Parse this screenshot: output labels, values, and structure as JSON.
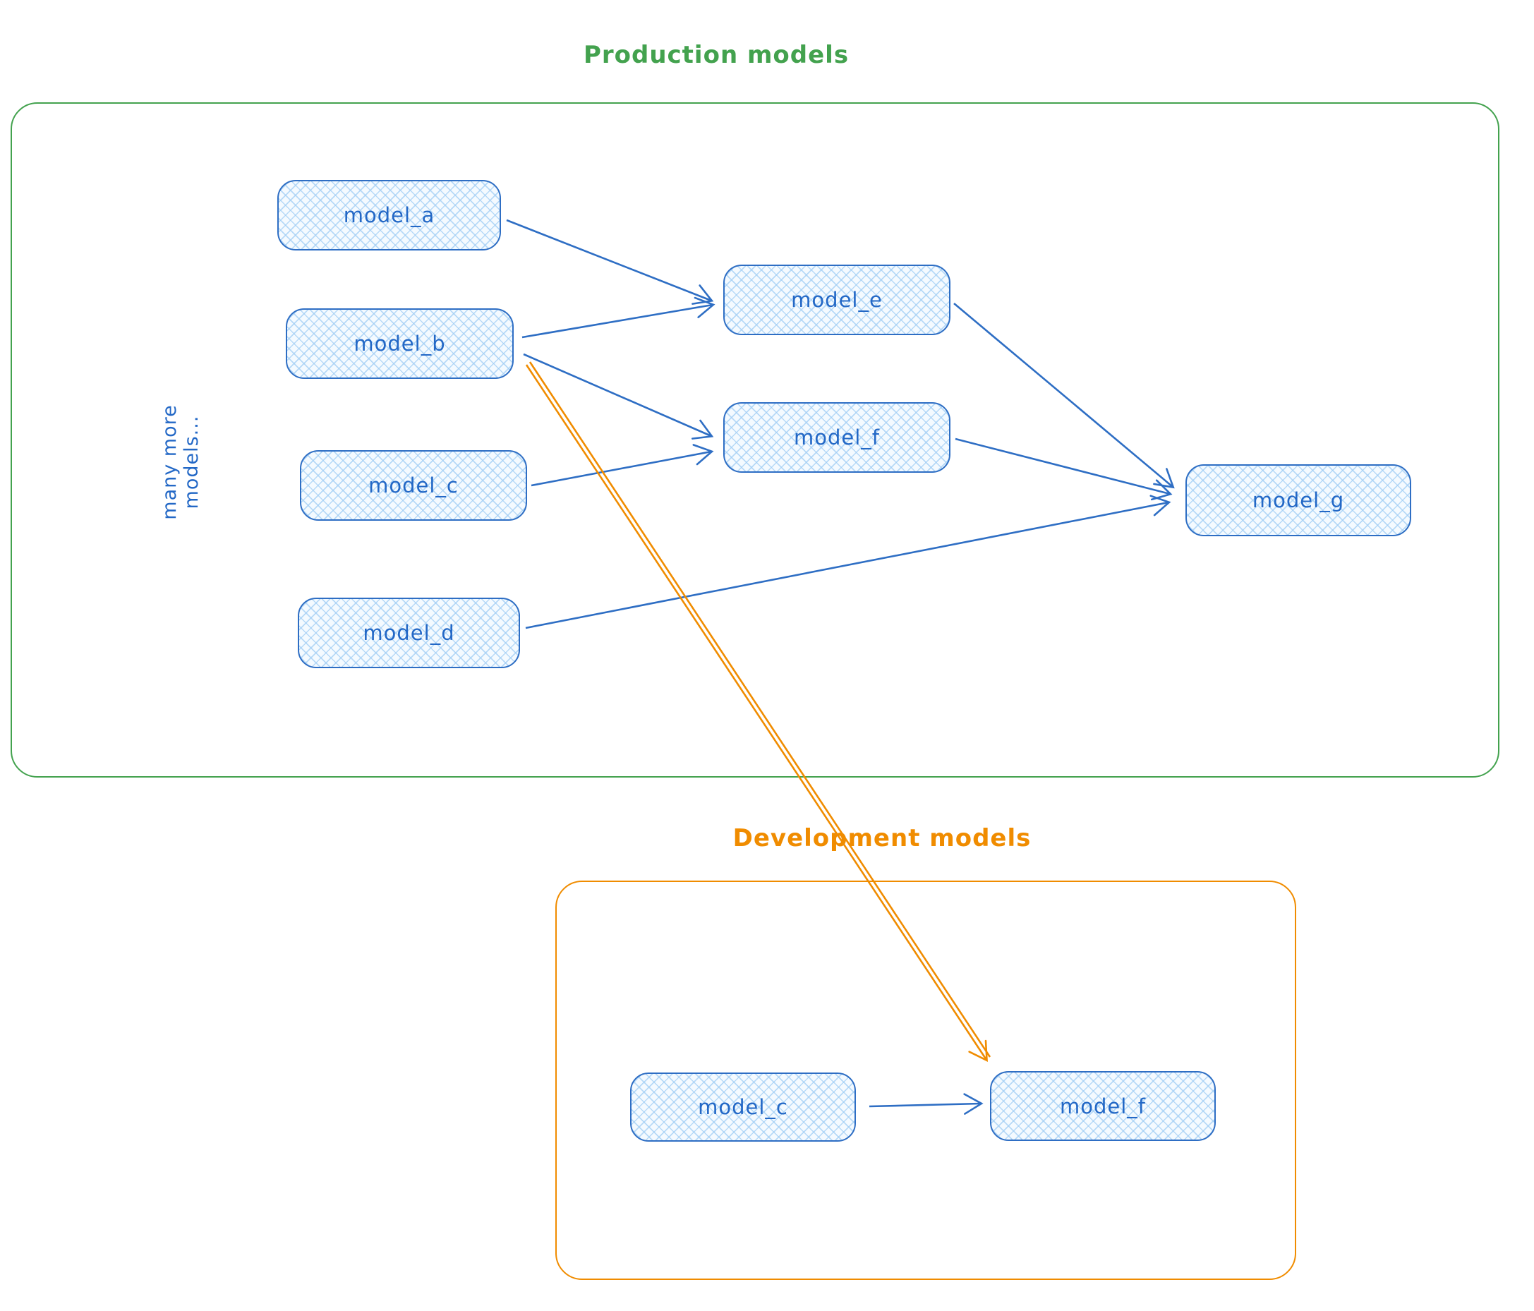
{
  "production": {
    "title": "Production models",
    "side_note": "many more models...",
    "nodes": [
      {
        "id": "model_a",
        "label": "model_a"
      },
      {
        "id": "model_b",
        "label": "model_b"
      },
      {
        "id": "model_c",
        "label": "model_c"
      },
      {
        "id": "model_d",
        "label": "model_d"
      },
      {
        "id": "model_e",
        "label": "model_e"
      },
      {
        "id": "model_f",
        "label": "model_f"
      },
      {
        "id": "model_g",
        "label": "model_g"
      }
    ]
  },
  "development": {
    "title": "Development models",
    "nodes": [
      {
        "id": "model_c",
        "label": "model_c"
      },
      {
        "id": "model_f",
        "label": "model_f"
      }
    ]
  },
  "edges": [
    {
      "from": "production.model_a",
      "to": "production.model_e",
      "color": "blue"
    },
    {
      "from": "production.model_b",
      "to": "production.model_e",
      "color": "blue"
    },
    {
      "from": "production.model_b",
      "to": "production.model_f",
      "color": "blue"
    },
    {
      "from": "production.model_c",
      "to": "production.model_f",
      "color": "blue"
    },
    {
      "from": "production.model_e",
      "to": "production.model_g",
      "color": "blue"
    },
    {
      "from": "production.model_f",
      "to": "production.model_g",
      "color": "blue"
    },
    {
      "from": "production.model_d",
      "to": "production.model_g",
      "color": "blue"
    },
    {
      "from": "production.model_b",
      "to": "development.model_f",
      "color": "orange"
    },
    {
      "from": "development.model_c",
      "to": "development.model_f",
      "color": "blue"
    }
  ],
  "colors": {
    "production_accent": "#43a24e",
    "development_accent": "#f08c00",
    "node_stroke": "#2e6ec4",
    "node_text": "#2368c6",
    "node_fill": "#f4faff",
    "node_hatch": "#a2cef4"
  }
}
